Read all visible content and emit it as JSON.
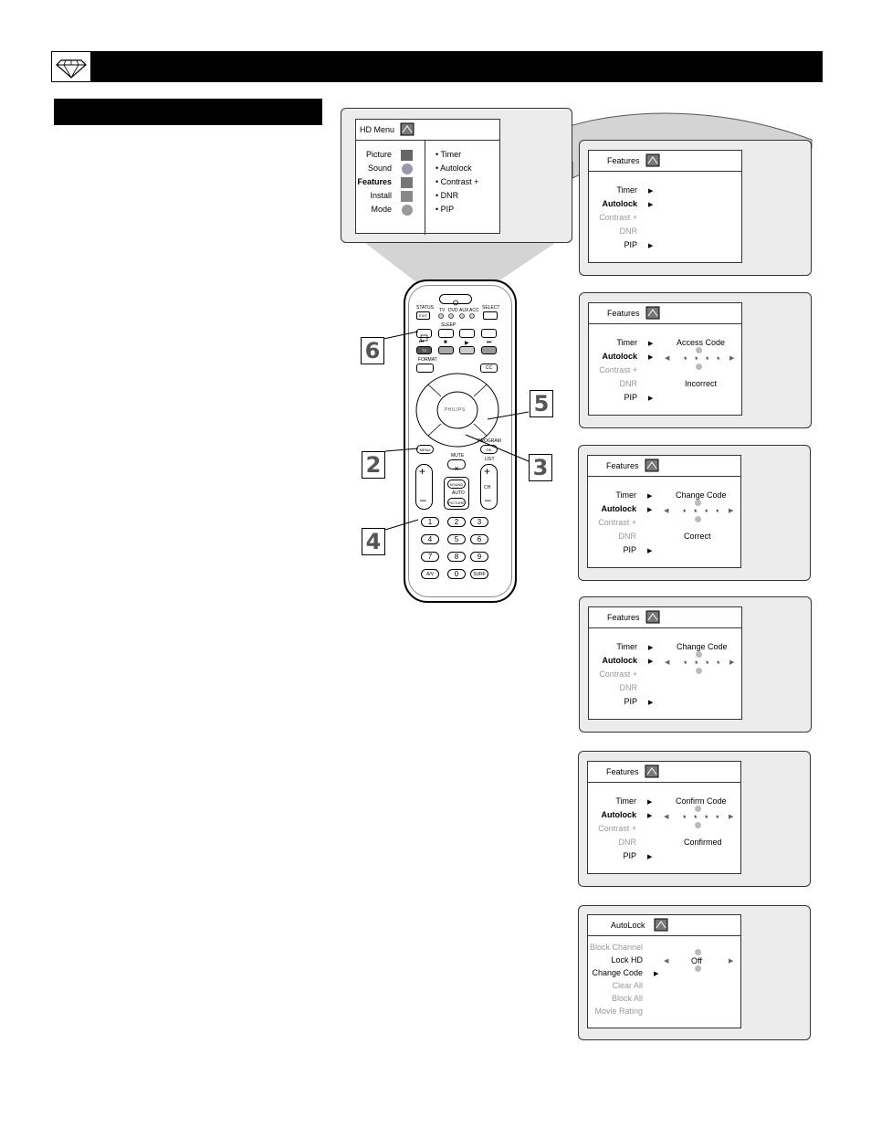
{
  "hd_menu": {
    "title": "HD Menu",
    "left_items": [
      "Picture",
      "Sound",
      "Features",
      "Install",
      "Mode"
    ],
    "right_items": [
      "Timer",
      "Autolock",
      "Contrast +",
      "DNR",
      "PIP"
    ]
  },
  "features_menu": {
    "title": "Features",
    "items": [
      "Timer",
      "Autolock",
      "Contrast +",
      "DNR",
      "PIP"
    ]
  },
  "screens": [
    {
      "header": "",
      "stars": "",
      "status": ""
    },
    {
      "header": "Access Code",
      "stars": "* * * *",
      "status": "Incorrect"
    },
    {
      "header": "Change Code",
      "stars": "* * * *",
      "status": "Correct"
    },
    {
      "header": "Change Code",
      "stars": "* * * *",
      "status": ""
    },
    {
      "header": "Confirm Code",
      "stars": "* * * *",
      "status": "Confirmed"
    }
  ],
  "autolock_menu": {
    "title": "AutoLock",
    "items": [
      "Block Channel",
      "Lock HD",
      "Change Code",
      "Clear All",
      "Block All",
      "Movie Rating"
    ],
    "value": "Off"
  },
  "remote": {
    "brand": "PHILIPS",
    "labels": {
      "status": "STATUS",
      "exit": "EXIT",
      "tv": "TV",
      "dvd": "DVD",
      "aux": "AUX",
      "acc": "ACC",
      "select": "SELECT",
      "sleep": "SLEEP",
      "format": "FORMAT",
      "cc": "CC",
      "menu": "MENU",
      "mute": "MUTE",
      "program": "PROGRAM",
      "ok": "OK",
      "list": "LIST",
      "sound": "SOUND",
      "auto": "AUTO",
      "picture": "PICTURE",
      "ch": "CH",
      "av": "A/V",
      "surf": "SURF",
      "tv_key": "TV"
    },
    "number_keys": [
      "1",
      "2",
      "3",
      "4",
      "5",
      "6",
      "7",
      "8",
      "9",
      "0"
    ]
  },
  "callouts": [
    "6",
    "2",
    "4",
    "5",
    "3"
  ]
}
